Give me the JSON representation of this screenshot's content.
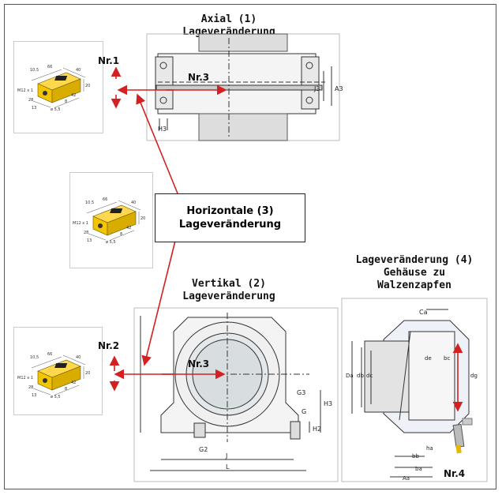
{
  "titles": {
    "axial_1": "Axial (1)",
    "axial_2": "Lageveränderung",
    "vertikal_1": "Vertikal (2)",
    "vertikal_2": "Lageveränderung",
    "lage4_1": "Lageveränderung (4)",
    "lage4_2": "Gehäuse zu",
    "lage4_3": "Walzenzapfen",
    "horiz_1": "Horizontale (3)",
    "horiz_2": "Lageveränderung"
  },
  "labels": {
    "nr1": "Nr.1",
    "nr2": "Nr.2",
    "nr3a": "Nr.3",
    "nr3b": "Nr.3",
    "nr4": "Nr.4"
  },
  "sensor_dims": {
    "d1": "10,5",
    "d2": "66",
    "d3": "40",
    "d4": "20",
    "d5": "M12 x 1",
    "d6": "28",
    "d7": "42",
    "d8": "8",
    "d9": "13",
    "d10": "ø 5,5"
  },
  "drawing_dims": {
    "j3": "J3",
    "a3": "A3",
    "h3": "H3",
    "g3": "G3",
    "g": "G",
    "h2": "H2",
    "h3v": "H3",
    "g2": "G2",
    "j": "J",
    "l": "L",
    "ca": "Ca",
    "da": "Da",
    "db": "db",
    "dc": "dc",
    "de": "de",
    "bc": "bc",
    "dg": "dg",
    "ha": "ha",
    "bb": "bb",
    "ba": "ba",
    "aa": "Aa"
  },
  "colors": {
    "arrow": "#d42020",
    "sensor": "#f2c500",
    "line": "#333333"
  }
}
